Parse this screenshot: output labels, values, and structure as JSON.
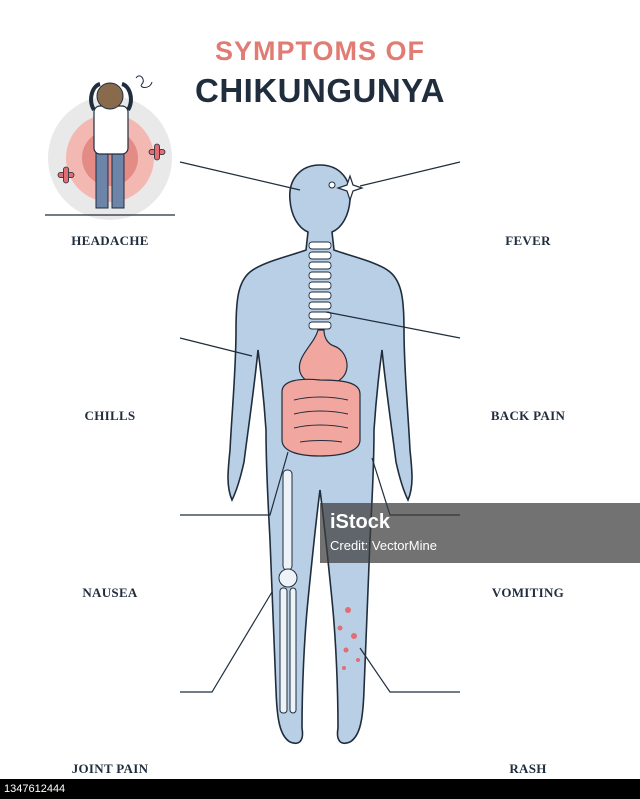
{
  "title": {
    "line1": "SYMPTOMS OF",
    "line2": "CHIKUNGUNYA"
  },
  "colors": {
    "title_accent": "#e07c74",
    "title_dark": "#1f2d3d",
    "body_fill": "#b9cfe6",
    "organ_fill": "#f1a7a0",
    "halo_fill": "#e9e9e9",
    "ring_fill": "#e48b86",
    "cross_fill": "#e06e72"
  },
  "symptoms": [
    {
      "label": "HEADACHE",
      "icon": "headache-icon"
    },
    {
      "label": "FEVER",
      "icon": "thermometer-icon"
    },
    {
      "label": "CHILLS",
      "icon": "chills-icon"
    },
    {
      "label": "BACK PAIN",
      "icon": "spine-icon"
    },
    {
      "label": "NAUSEA",
      "icon": "spiral-icon"
    },
    {
      "label": "VOMITING",
      "icon": "toilet-icon"
    },
    {
      "label": "JOINT PAIN",
      "icon": "knee-joint-icon"
    },
    {
      "label": "RASH",
      "icon": "skin-section-icon"
    }
  ],
  "watermark": {
    "brand": "iStock",
    "credit": "Credit: VectorMine"
  },
  "stock_id": "1347612444"
}
